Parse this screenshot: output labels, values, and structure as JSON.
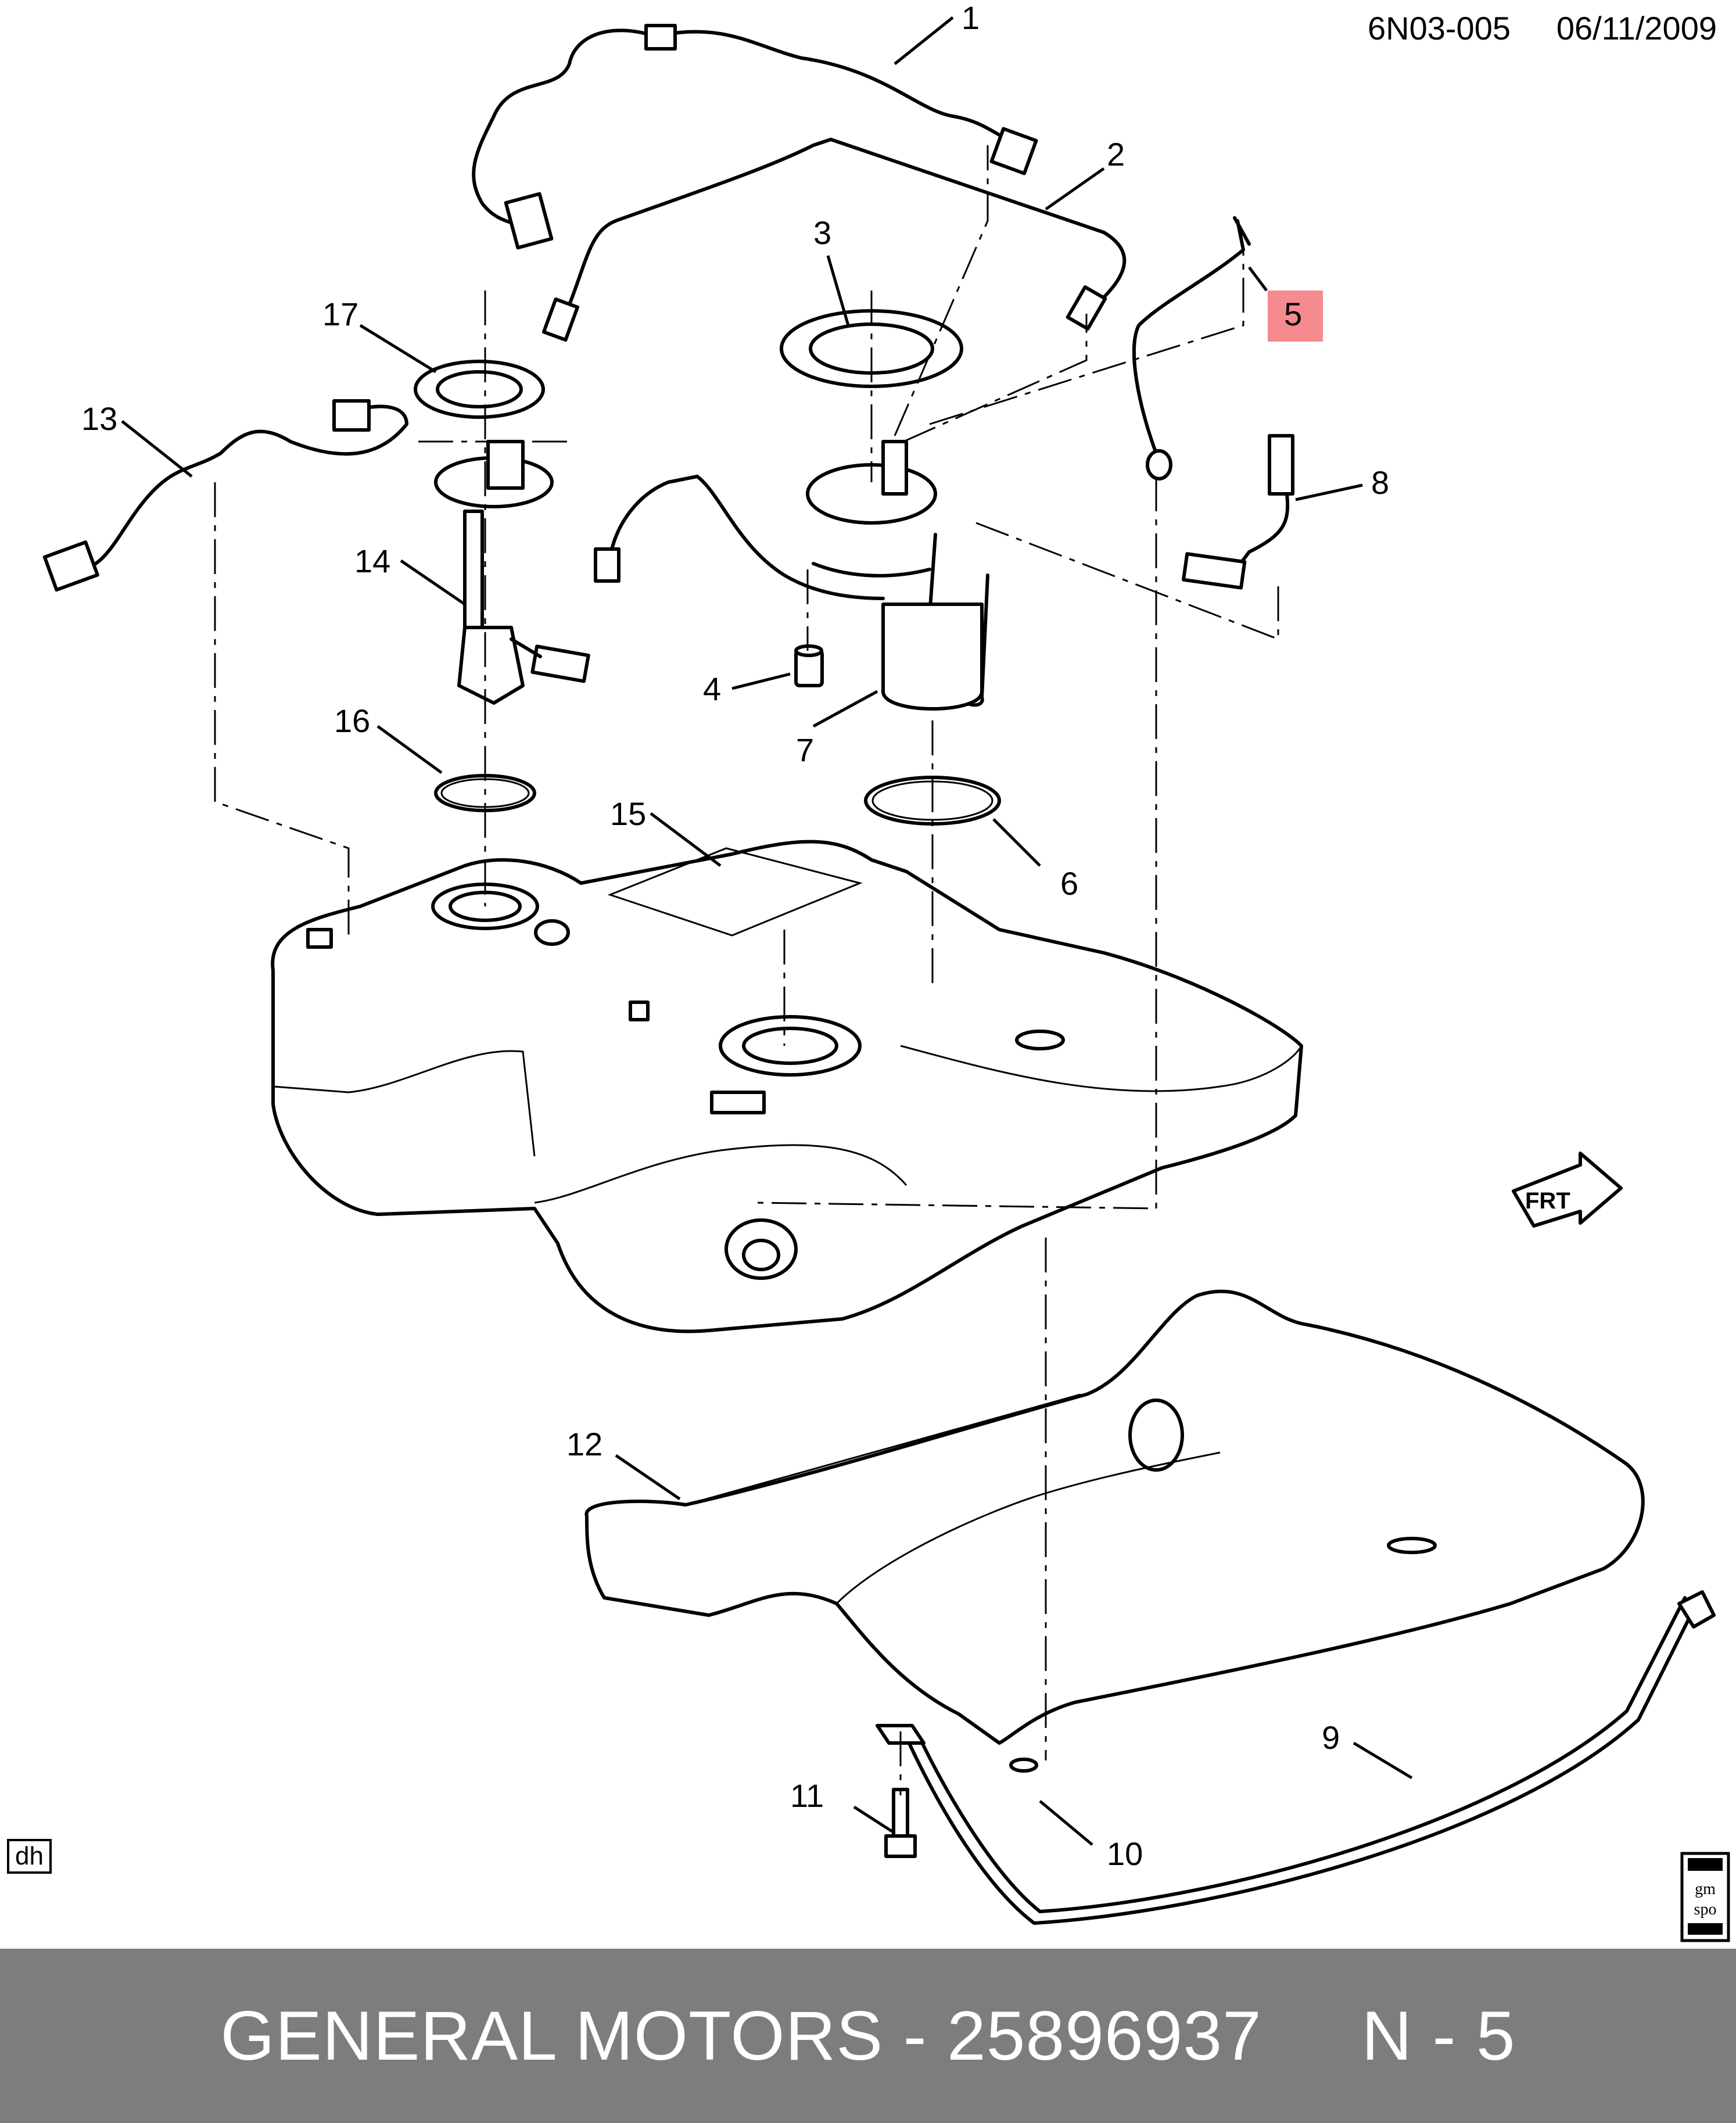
{
  "header": {
    "drawing_id": "6N03-005",
    "date": "06/11/2009"
  },
  "callouts": [
    "1",
    "2",
    "3",
    "4",
    "5",
    "6",
    "7",
    "8",
    "9",
    "10",
    "11",
    "12",
    "13",
    "14",
    "15",
    "16",
    "17"
  ],
  "highlighted_callout": "5",
  "colors": {
    "highlight": "#f58a8f",
    "footer_background": "#7d7d7d",
    "footer_text": "#ffffff"
  },
  "tags": {
    "corner_tag": "dh",
    "spo_logo_text": "gm spo",
    "direction_arrow_text": "FRT"
  },
  "footer": {
    "brand": "GENERAL MOTORS",
    "separator": "-",
    "part_number": "25896937",
    "index": "N - 5"
  }
}
